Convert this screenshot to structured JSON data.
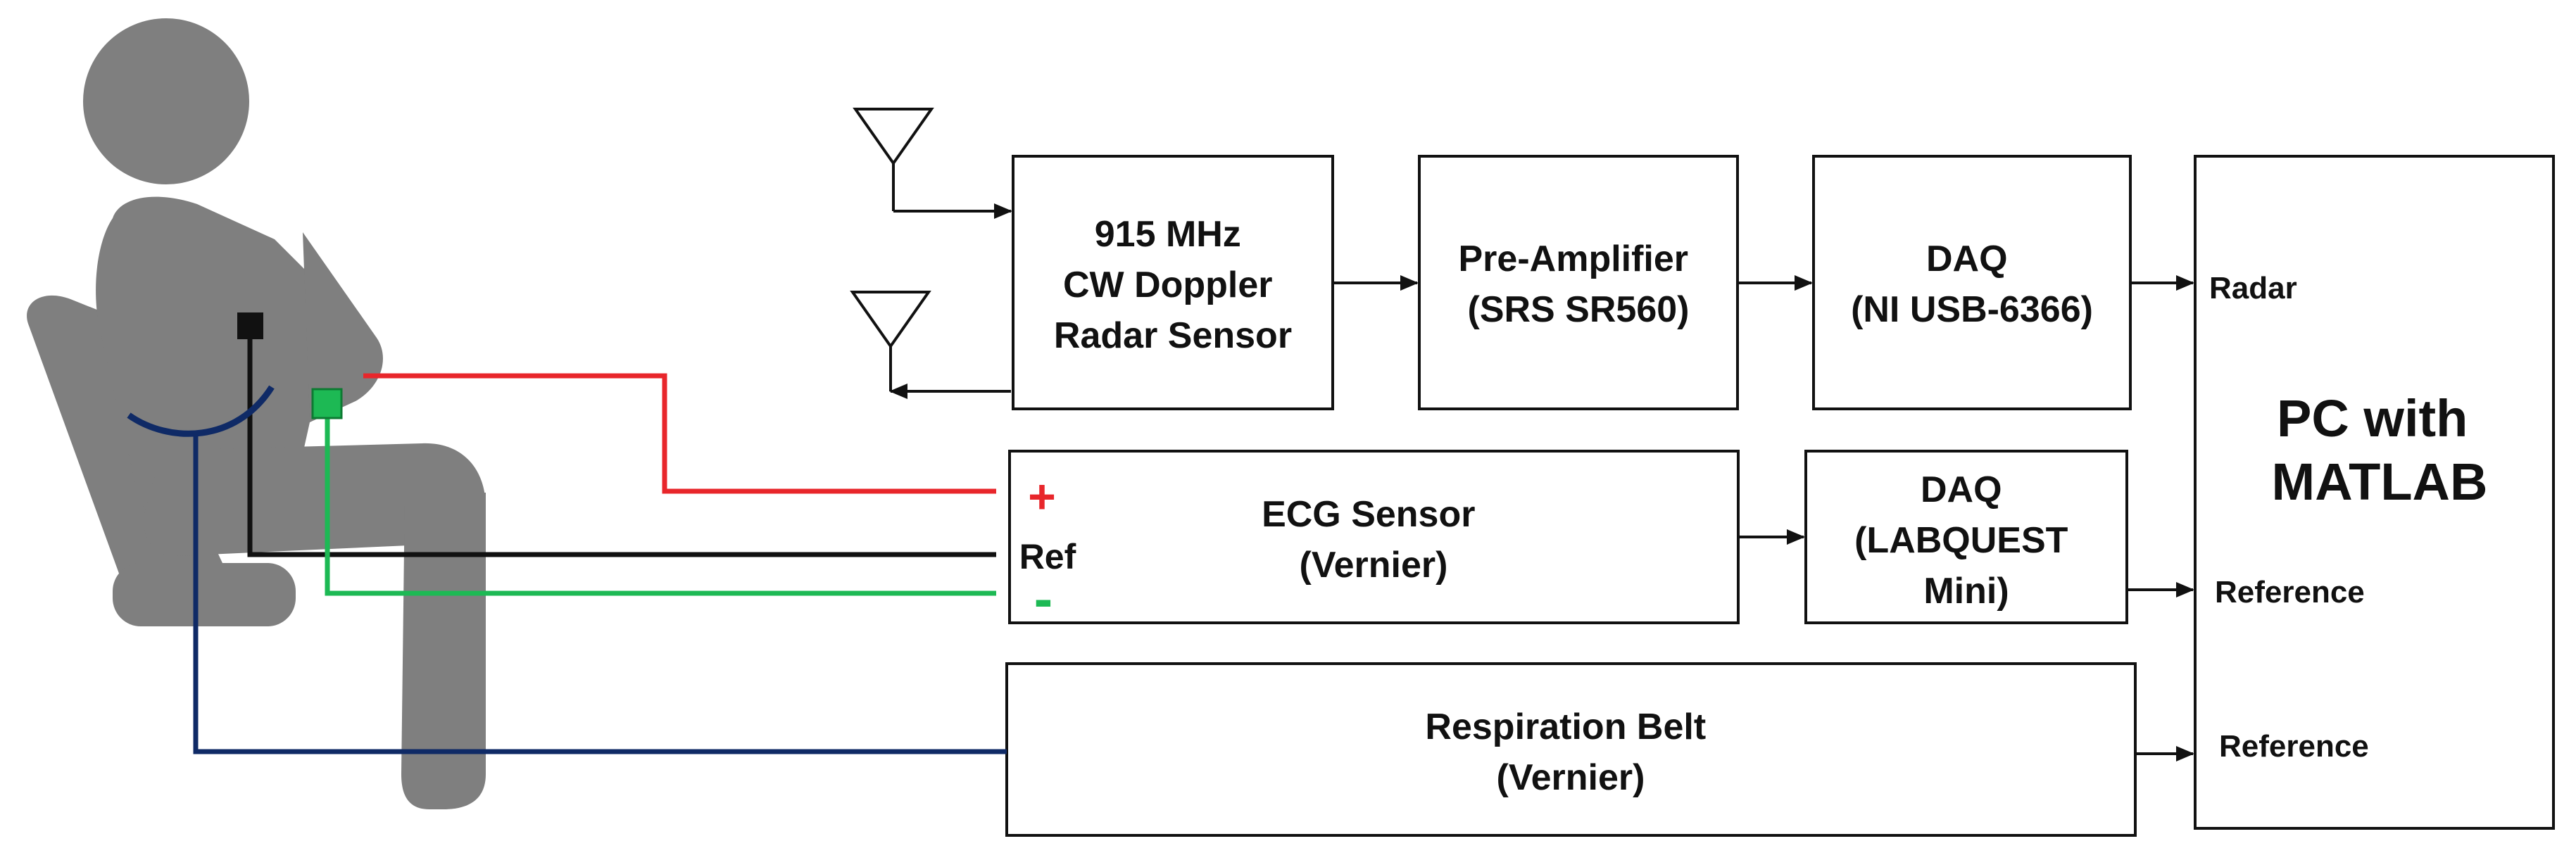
{
  "blocks": {
    "radar_sensor": [
      "915 MHz",
      "CW Doppler",
      "Radar Sensor"
    ],
    "pre_amplifier": [
      "Pre-Amplifier",
      "(SRS SR560)"
    ],
    "daq_radar": [
      "DAQ",
      "(NI USB-6366)"
    ],
    "ecg_sensor": [
      "ECG Sensor",
      "(Vernier)"
    ],
    "daq_ecg": [
      "DAQ",
      "(LABQUEST",
      "Mini)"
    ],
    "respiration_belt": [
      "Respiration Belt",
      "(Vernier)"
    ],
    "pc": [
      "PC with",
      "MATLAB"
    ]
  },
  "pc_inputs": {
    "radar": "Radar",
    "reference_ecg": "Reference",
    "reference_resp": "Reference"
  },
  "electrodes": {
    "plus": "+",
    "ref": "Ref",
    "minus": "-"
  },
  "colors": {
    "positive_lead": "#e8262b",
    "negative_lead": "#1db954",
    "ref_lead": "#111111",
    "belt": "#0f2a66",
    "subject": "#7f7f7f"
  },
  "icons": {
    "subject": "seated-person-icon",
    "antenna": "antenna-icon"
  }
}
